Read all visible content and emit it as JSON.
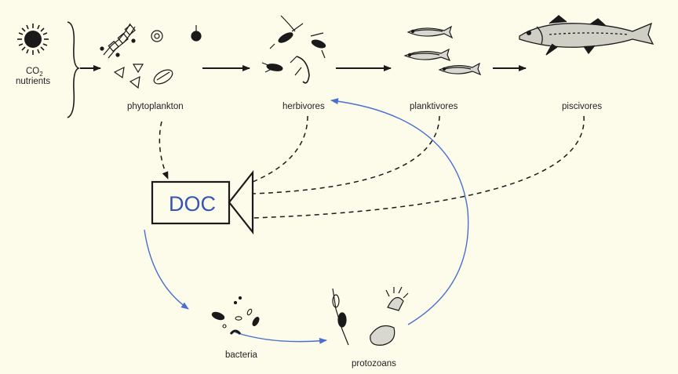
{
  "inputs": {
    "co2_label": "CO",
    "co2_subscript": "2",
    "nutrients_label": "nutrients"
  },
  "food_chain": {
    "phytoplankton": "phytoplankton",
    "herbivores": "herbivores",
    "planktivores": "planktivores",
    "piscivores": "piscivores"
  },
  "doc_box": {
    "label": "DOC"
  },
  "microbial_loop": {
    "bacteria": "bacteria",
    "protozoans": "protozoans"
  },
  "colors": {
    "background": "#fdfbea",
    "ink": "#1a1a1a",
    "doc_text": "#3455b5",
    "microbial_arrows": "#4a6fd0"
  },
  "icons": [
    "sun-icon",
    "phytoplankton-cells-icon",
    "copepod-icon",
    "small-fish-icon",
    "large-fish-icon",
    "bacteria-icon",
    "protozoan-icon"
  ]
}
